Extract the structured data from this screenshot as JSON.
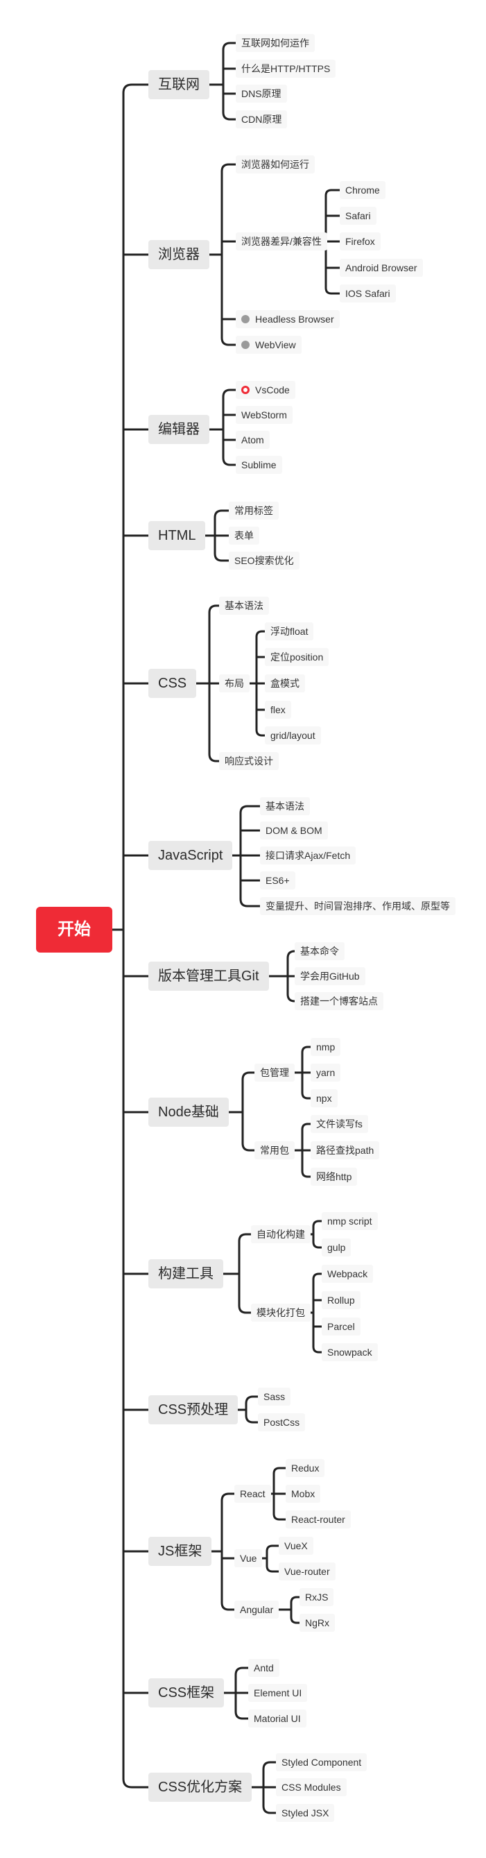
{
  "root": "开始",
  "topics": [
    {
      "label": "互联网",
      "children": [
        {
          "label": "互联网如何运作"
        },
        {
          "label": "什么是HTTP/HTTPS"
        },
        {
          "label": "DNS原理"
        },
        {
          "label": "CDN原理"
        }
      ]
    },
    {
      "label": "浏览器",
      "children": [
        {
          "label": "浏览器如何运行"
        },
        {
          "label": "浏览器差异/兼容性",
          "children": [
            {
              "label": "Chrome"
            },
            {
              "label": "Safari"
            },
            {
              "label": "Firefox"
            },
            {
              "label": "Android Browser"
            },
            {
              "label": "IOS Safari"
            }
          ]
        },
        {
          "label": "Headless Browser",
          "marker": "gray-dot"
        },
        {
          "label": "WebView",
          "marker": "gray-dot"
        }
      ]
    },
    {
      "label": "编辑器",
      "children": [
        {
          "label": "VsCode",
          "marker": "red-star"
        },
        {
          "label": "WebStorm"
        },
        {
          "label": "Atom"
        },
        {
          "label": "Sublime"
        }
      ]
    },
    {
      "label": "HTML",
      "children": [
        {
          "label": "常用标签"
        },
        {
          "label": "表单"
        },
        {
          "label": "SEO搜索优化"
        }
      ]
    },
    {
      "label": "CSS",
      "children": [
        {
          "label": "基本语法"
        },
        {
          "label": "布局",
          "children": [
            {
              "label": "浮动float"
            },
            {
              "label": "定位position"
            },
            {
              "label": "盒模式"
            },
            {
              "label": "flex"
            },
            {
              "label": "grid/layout"
            }
          ]
        },
        {
          "label": "响应式设计"
        }
      ]
    },
    {
      "label": "JavaScript",
      "children": [
        {
          "label": "基本语法"
        },
        {
          "label": "DOM & BOM"
        },
        {
          "label": "接口请求Ajax/Fetch"
        },
        {
          "label": "ES6+"
        },
        {
          "label": "变量提升、时间冒泡排序、作用域、原型等"
        }
      ]
    },
    {
      "label": "版本管理工具Git",
      "children": [
        {
          "label": "基本命令"
        },
        {
          "label": "学会用GitHub"
        },
        {
          "label": "搭建一个博客站点"
        }
      ]
    },
    {
      "label": "Node基础",
      "children": [
        {
          "label": "包管理",
          "children": [
            {
              "label": "nmp"
            },
            {
              "label": "yarn"
            },
            {
              "label": "npx"
            }
          ]
        },
        {
          "label": "常用包",
          "children": [
            {
              "label": "文件读写fs"
            },
            {
              "label": "路径查找path"
            },
            {
              "label": "网络http"
            }
          ]
        }
      ]
    },
    {
      "label": "构建工具",
      "children": [
        {
          "label": "自动化构建",
          "children": [
            {
              "label": "nmp script"
            },
            {
              "label": "gulp"
            }
          ]
        },
        {
          "label": "模块化打包",
          "children": [
            {
              "label": "Webpack"
            },
            {
              "label": "Rollup"
            },
            {
              "label": "Parcel"
            },
            {
              "label": "Snowpack"
            }
          ]
        }
      ]
    },
    {
      "label": "CSS预处理",
      "children": [
        {
          "label": "Sass"
        },
        {
          "label": "PostCss"
        }
      ]
    },
    {
      "label": "JS框架",
      "children": [
        {
          "label": "React",
          "children": [
            {
              "label": "Redux"
            },
            {
              "label": "Mobx"
            },
            {
              "label": "React-router"
            }
          ]
        },
        {
          "label": "Vue",
          "children": [
            {
              "label": "VueX"
            },
            {
              "label": "Vue-router"
            }
          ]
        },
        {
          "label": "Angular",
          "children": [
            {
              "label": "RxJS"
            },
            {
              "label": "NgRx"
            }
          ]
        }
      ]
    },
    {
      "label": "CSS框架",
      "children": [
        {
          "label": "Antd"
        },
        {
          "label": "Element UI"
        },
        {
          "label": "Matorial UI"
        }
      ]
    },
    {
      "label": "CSS优化方案",
      "children": [
        {
          "label": "Styled Component"
        },
        {
          "label": "CSS Modules"
        },
        {
          "label": "Styled JSX"
        }
      ]
    }
  ],
  "colors": {
    "root": "#ef2b36",
    "line": "#222222",
    "node_bg": "#e9e9e9",
    "leaf_bg": "#f7f7f7",
    "marker_gray": "#9a9a9a"
  }
}
